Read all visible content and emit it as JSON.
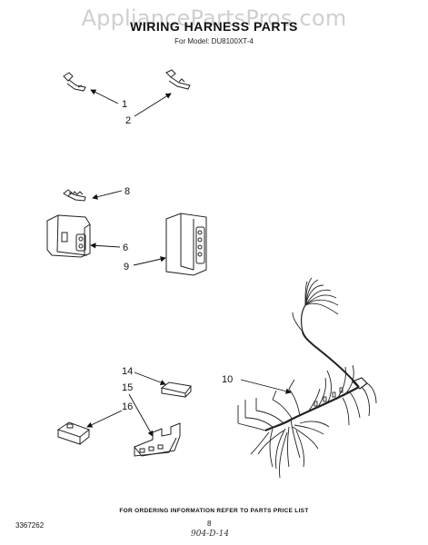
{
  "watermark": "AppliancePartsPros.com",
  "title": "WIRING HARNESS PARTS",
  "model_line": "For Model: DU8100XT-4",
  "callouts": {
    "c1": "1",
    "c2": "2",
    "c8": "8",
    "c6": "6",
    "c9": "9",
    "c10": "10",
    "c14": "14",
    "c15": "15",
    "c16": "16"
  },
  "footer": "FOR ORDERING INFORMATION REFER TO PARTS PRICE LIST",
  "doc_number": "3367262",
  "page_number": "8",
  "handwritten_note": "904-D-14"
}
